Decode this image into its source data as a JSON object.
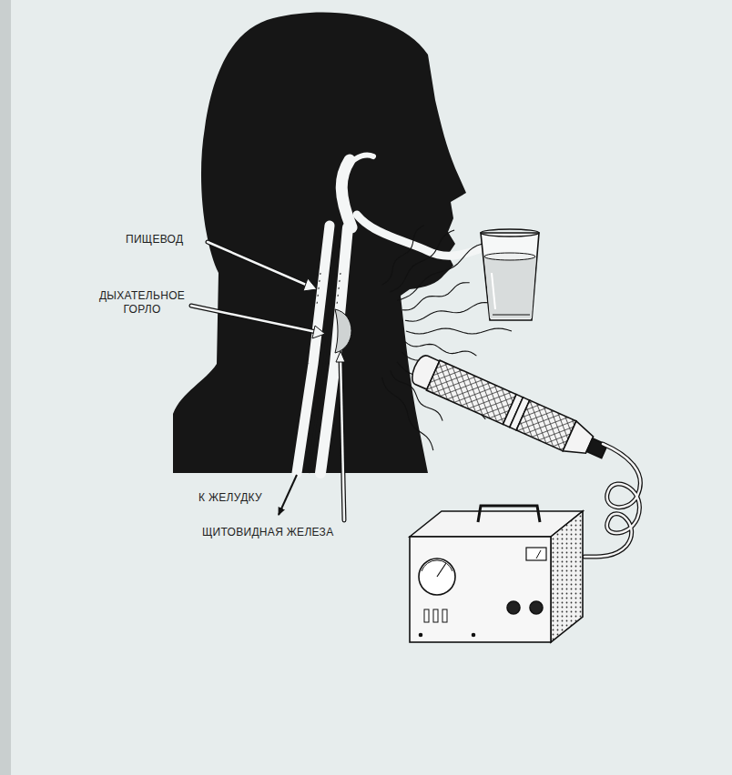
{
  "diagram": {
    "labels": [
      "ПИЩЕВОД",
      "ДЫХАТЕЛЬНОЕ ГОРЛО",
      "К ЖЕЛУДКУ",
      "ЩИТОВИДНАЯ ЖЕЛЕЗА"
    ]
  }
}
